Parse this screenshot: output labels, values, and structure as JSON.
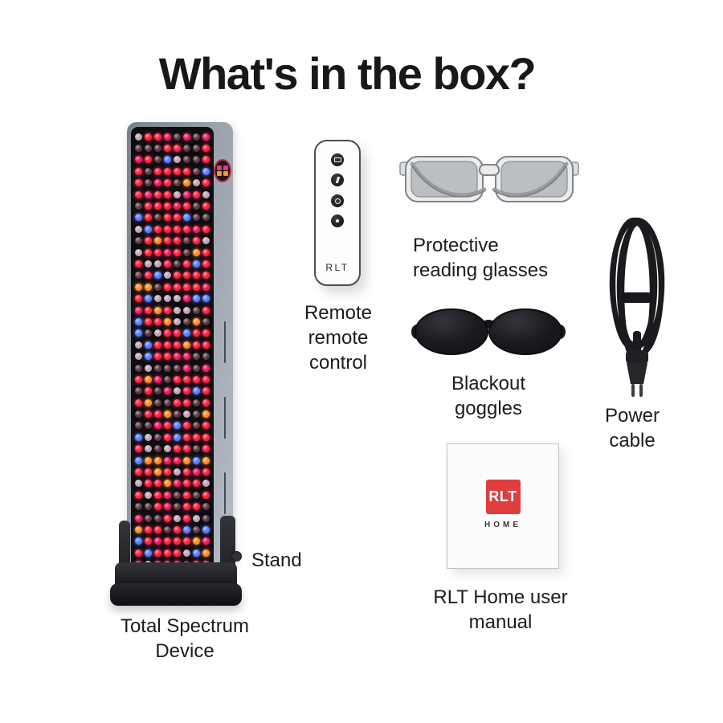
{
  "title": "What's in the box?",
  "items": {
    "device": {
      "label": "Total Spectrum Device",
      "stand_label": "Stand"
    },
    "remote": {
      "label": "Remote remote control",
      "brand_text": "RLT",
      "button_icons": [
        "display-icon",
        "timer-icon",
        "brightness-icon",
        "power-icon"
      ]
    },
    "glasses": {
      "label": "Protective reading glasses"
    },
    "goggles": {
      "label": "Blackout goggles"
    },
    "cable": {
      "label": "Power cable"
    },
    "manual": {
      "label": "RLT Home user manual",
      "logo_text": "RLT",
      "logo_subtext": "HOME"
    }
  },
  "device_panel": {
    "led_rows": 38,
    "led_cols": 8,
    "led_colors": {
      "red": "#ff2140",
      "crimson": "#ed1b5e",
      "blue": "#5a7dff",
      "orange": "#ff8a25",
      "dim": "#5c3640",
      "pale": "#c2a2b8"
    },
    "led_weights": {
      "red": 0.42,
      "dim": 0.24,
      "pale": 0.11,
      "crimson": 0.09,
      "blue": 0.07,
      "orange": 0.07
    },
    "indicator_colors": [
      "#e8388a",
      "#e8388a",
      "#f59a1e",
      "#f59a1e"
    ]
  },
  "colors": {
    "title_text": "#17181a",
    "caption_text": "#1b1c1e",
    "frame_gray": "#99a0aa",
    "panel_black": "#0d0d10",
    "stand_black": "#202126",
    "manual_red": "#de3e3e"
  }
}
